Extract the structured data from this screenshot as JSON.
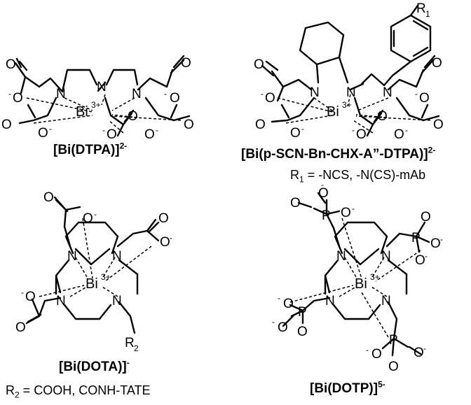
{
  "atoms": {
    "N": "N",
    "O": "O",
    "P": "P",
    "Bi": "Bi",
    "bi_charge": "3+",
    "minus": "-"
  },
  "captions": {
    "dtpa": {
      "main": "[Bi(DTPA)]",
      "charge": "2-"
    },
    "chx": {
      "main": "[Bi(p-SCN-Bn-CHX-A”-DTPA)]",
      "charge": "2-"
    },
    "chx_sub": {
      "prefix": "R",
      "index": "1",
      "text": " = -NCS, -N(CS)-mAb"
    },
    "dota": {
      "main": "[Bi(DOTA)]",
      "charge": "-"
    },
    "dota_sub": {
      "prefix": "R",
      "index": "2",
      "text": " = COOH, CONH-TATE"
    },
    "dotp": {
      "main": "[Bi(DOTP)]",
      "charge": "5-"
    },
    "r1_label": {
      "prefix": "R",
      "index": "1"
    },
    "r2_label": {
      "prefix": "R",
      "index": "2"
    }
  }
}
